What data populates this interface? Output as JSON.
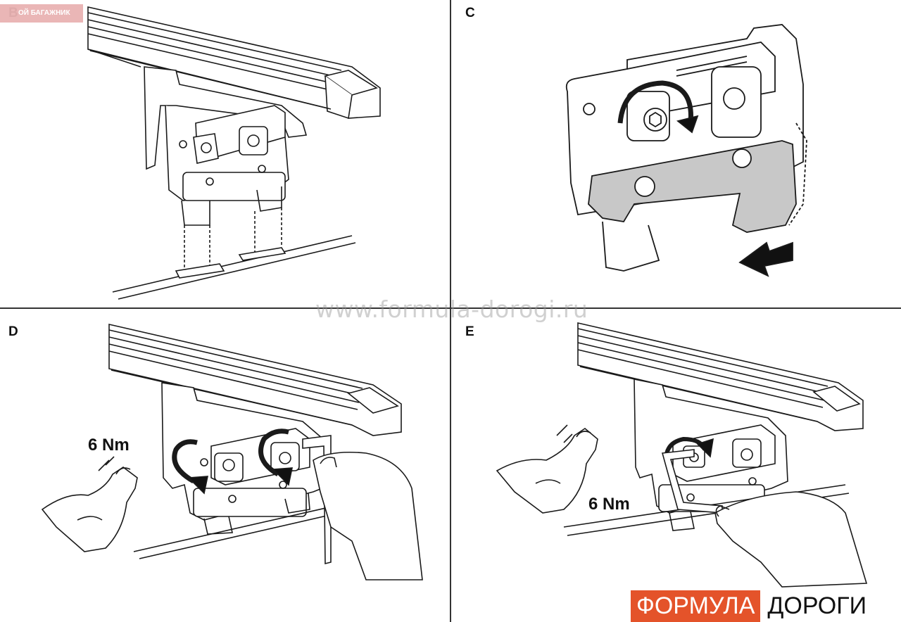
{
  "panels": [
    {
      "label": "B"
    },
    {
      "label": "C"
    },
    {
      "label": "D",
      "torque": "6 Nm"
    },
    {
      "label": "E",
      "torque": "6 Nm"
    }
  ],
  "watermark_top": "ОЙ БАГАЖНИК",
  "watermark_url": "www.formula-dorogi.ru",
  "logo": {
    "red_text": "ФОРМУЛА",
    "white_text": "ДОРОГИ",
    "red_color": "#e4532a"
  },
  "colors": {
    "line": "#1a1a1a",
    "plate_fill": "#c8c8c8",
    "arrow": "#111111"
  }
}
